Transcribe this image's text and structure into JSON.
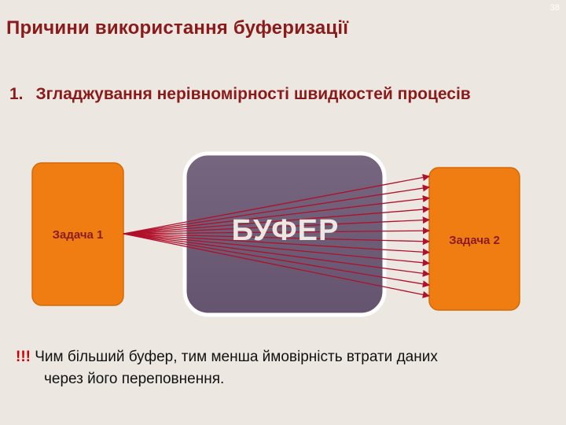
{
  "slide_number": "38",
  "title": "Причини використання буферизації",
  "point": {
    "number": "1.",
    "text": "Згладжування нерівномірності швидкостей процесів"
  },
  "diagram": {
    "task1": "Задача 1",
    "task2": "Задача 2",
    "buffer": "БУФЕР",
    "colors": {
      "task_fill": "#ef7d11",
      "buffer_fill": "#6f5e7a",
      "arrow": "#b0102a"
    }
  },
  "note": {
    "mark": "!!!",
    "line1": "Чим більший буфер, тим менша ймовірність втрати даних",
    "line2": "через його переповнення."
  }
}
